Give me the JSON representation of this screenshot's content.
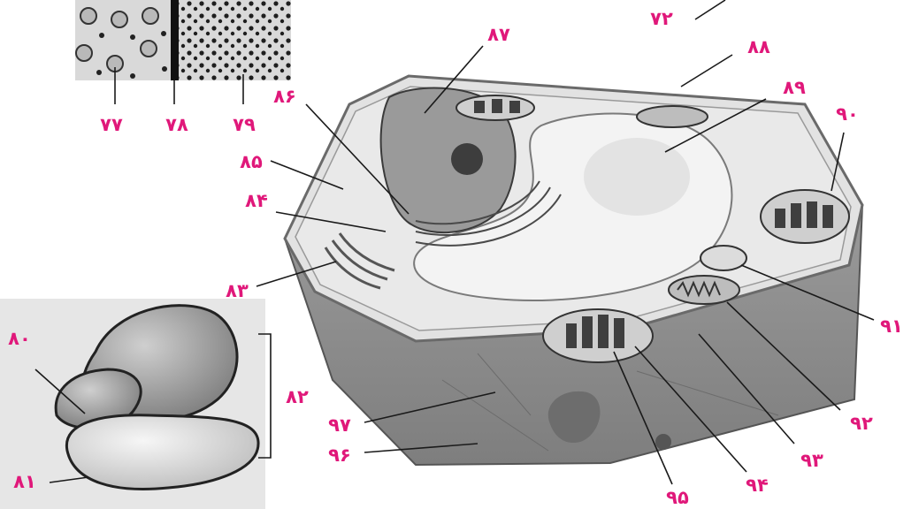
{
  "colors": {
    "label": "#e0187a",
    "leader": "#1a1a1a",
    "cell_base": "#b9b9b9",
    "cell_side": "#8a8a8a",
    "cytoplasm": "#e4e4e4",
    "vacuole": "#f1f1f1",
    "chloroplast": "#4a4a4a"
  },
  "labels": {
    "l72": "۷۲",
    "l77": "۷۷",
    "l78": "۷۸",
    "l79": "۷۹",
    "l80": "۸۰",
    "l81": "۸۱",
    "l82": "۸۲",
    "l83": "۸۳",
    "l84": "۸۴",
    "l85": "۸۵",
    "l86": "۸۶",
    "l87": "۸۷",
    "l88": "۸۸",
    "l89": "۸۹",
    "l90": "۹۰",
    "l91": "۹۱",
    "l92": "۹۲",
    "l93": "۹۳",
    "l94": "۹۴",
    "l95": "۹۵",
    "l96": "۹۶",
    "l97": "۹۷"
  }
}
